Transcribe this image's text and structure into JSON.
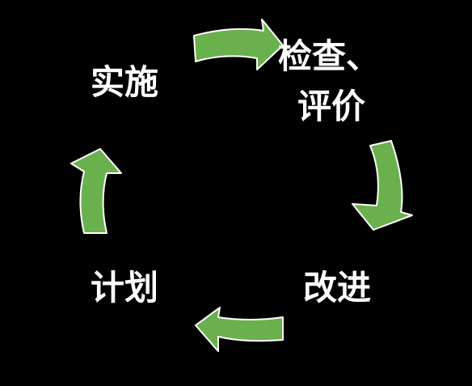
{
  "diagram": {
    "stages": {
      "plan": "计划",
      "do": "实施",
      "check_line1": "检查、",
      "check_line2": "评价",
      "act": "改进"
    },
    "colors": {
      "background": "#000000",
      "arrow_fill": "#6ab04c",
      "arrow_stroke": "#ffffff",
      "text": "#ffffff"
    }
  }
}
